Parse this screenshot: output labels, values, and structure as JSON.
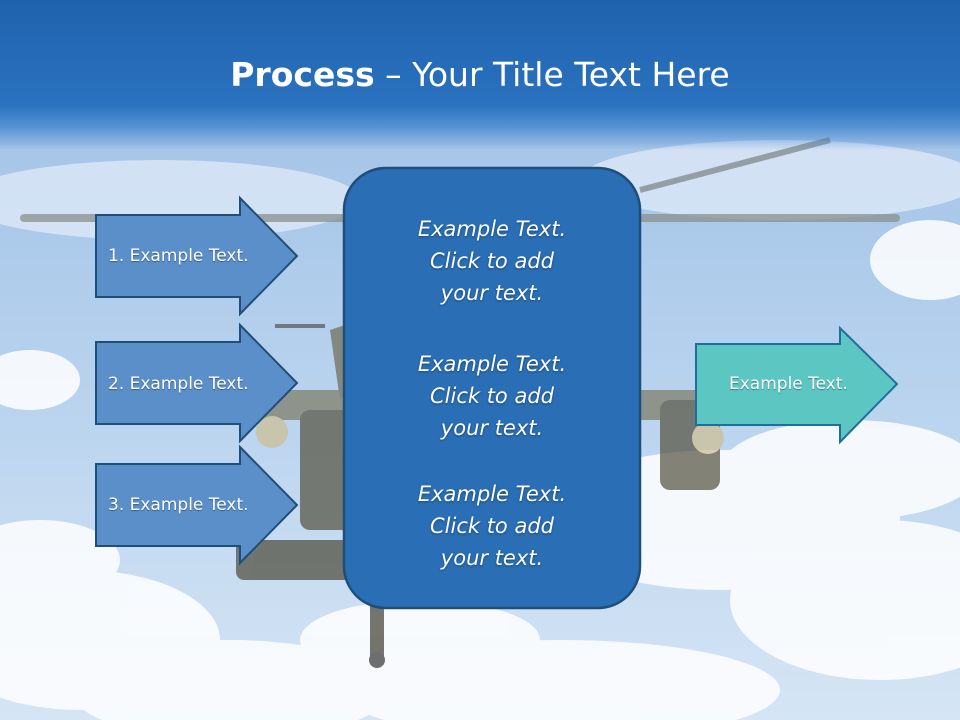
{
  "slide": {
    "title_bold": "Process",
    "title_rest": " – Your Title Text Here",
    "left_steps": [
      {
        "label": "1. Example Text."
      },
      {
        "label": "2. Example Text."
      },
      {
        "label": "3. Example Text."
      }
    ],
    "center_blocks": [
      {
        "text": "Example Text.\nClick  to add\nyour text."
      },
      {
        "text": "Example Text.\nClick  to add\nyour text."
      },
      {
        "text": "Example Text.\nClick  to add\nyour text."
      }
    ],
    "right_output": {
      "label": "Example Text."
    },
    "background_image": "helicopter-in-sky-photo"
  },
  "colors": {
    "title_band": "#2a72bf",
    "arrow_fill": "#5b8fc9",
    "arrow_stroke": "#1f4e79",
    "center_fill": "#2a6eb5",
    "center_stroke": "#1f4e79",
    "output_fill": "#5cc7c2",
    "output_stroke": "#1f6f9e",
    "text": "#ffffff"
  }
}
